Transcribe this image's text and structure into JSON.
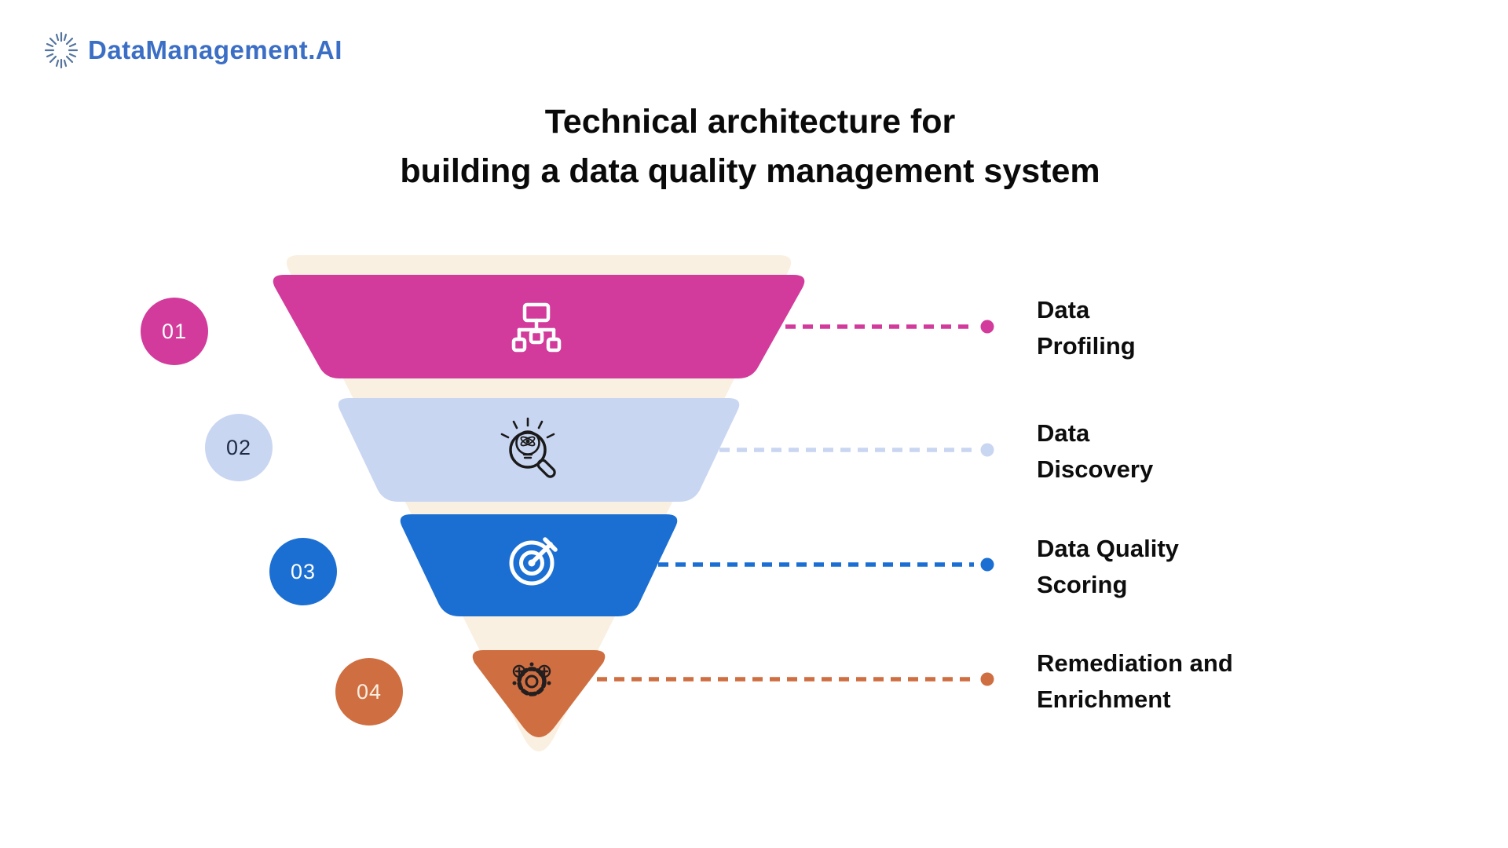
{
  "logo": {
    "text": "DataManagement.AI",
    "text_color": "#3B6EC5",
    "icon_color": "#54749E"
  },
  "title": {
    "line1": "Technical architecture for",
    "line2": "building a data quality management system",
    "color": "#0A0A0A"
  },
  "funnel": {
    "background_color": "#FAF0E1",
    "label_color": "#0D0D0D",
    "levels": [
      {
        "number": "01",
        "label_line1": "Data",
        "label_line2": "Profiling",
        "color": "#D23B9B",
        "icon": "hierarchy-icon",
        "icon_color": "#FFFFFF",
        "number_color": "#FFFFFF"
      },
      {
        "number": "02",
        "label_line1": "Data",
        "label_line2": "Discovery",
        "color": "#C9D6F1",
        "icon": "bulb-magnifier-icon",
        "icon_color": "#1A1A1A",
        "number_color": "#1F2A44"
      },
      {
        "number": "03",
        "label_line1": "Data Quality",
        "label_line2": "Scoring",
        "color": "#1C6FD2",
        "icon": "target-arrow-icon",
        "icon_color": "#FFFFFF",
        "number_color": "#FFFFFF"
      },
      {
        "number": "04",
        "label_line1": "Remediation and",
        "label_line2": "Enrichment",
        "color": "#CF6F41",
        "icon": "gear-plus-icon",
        "icon_color": "#231F20",
        "number_color": "#FBEFE2"
      }
    ]
  }
}
